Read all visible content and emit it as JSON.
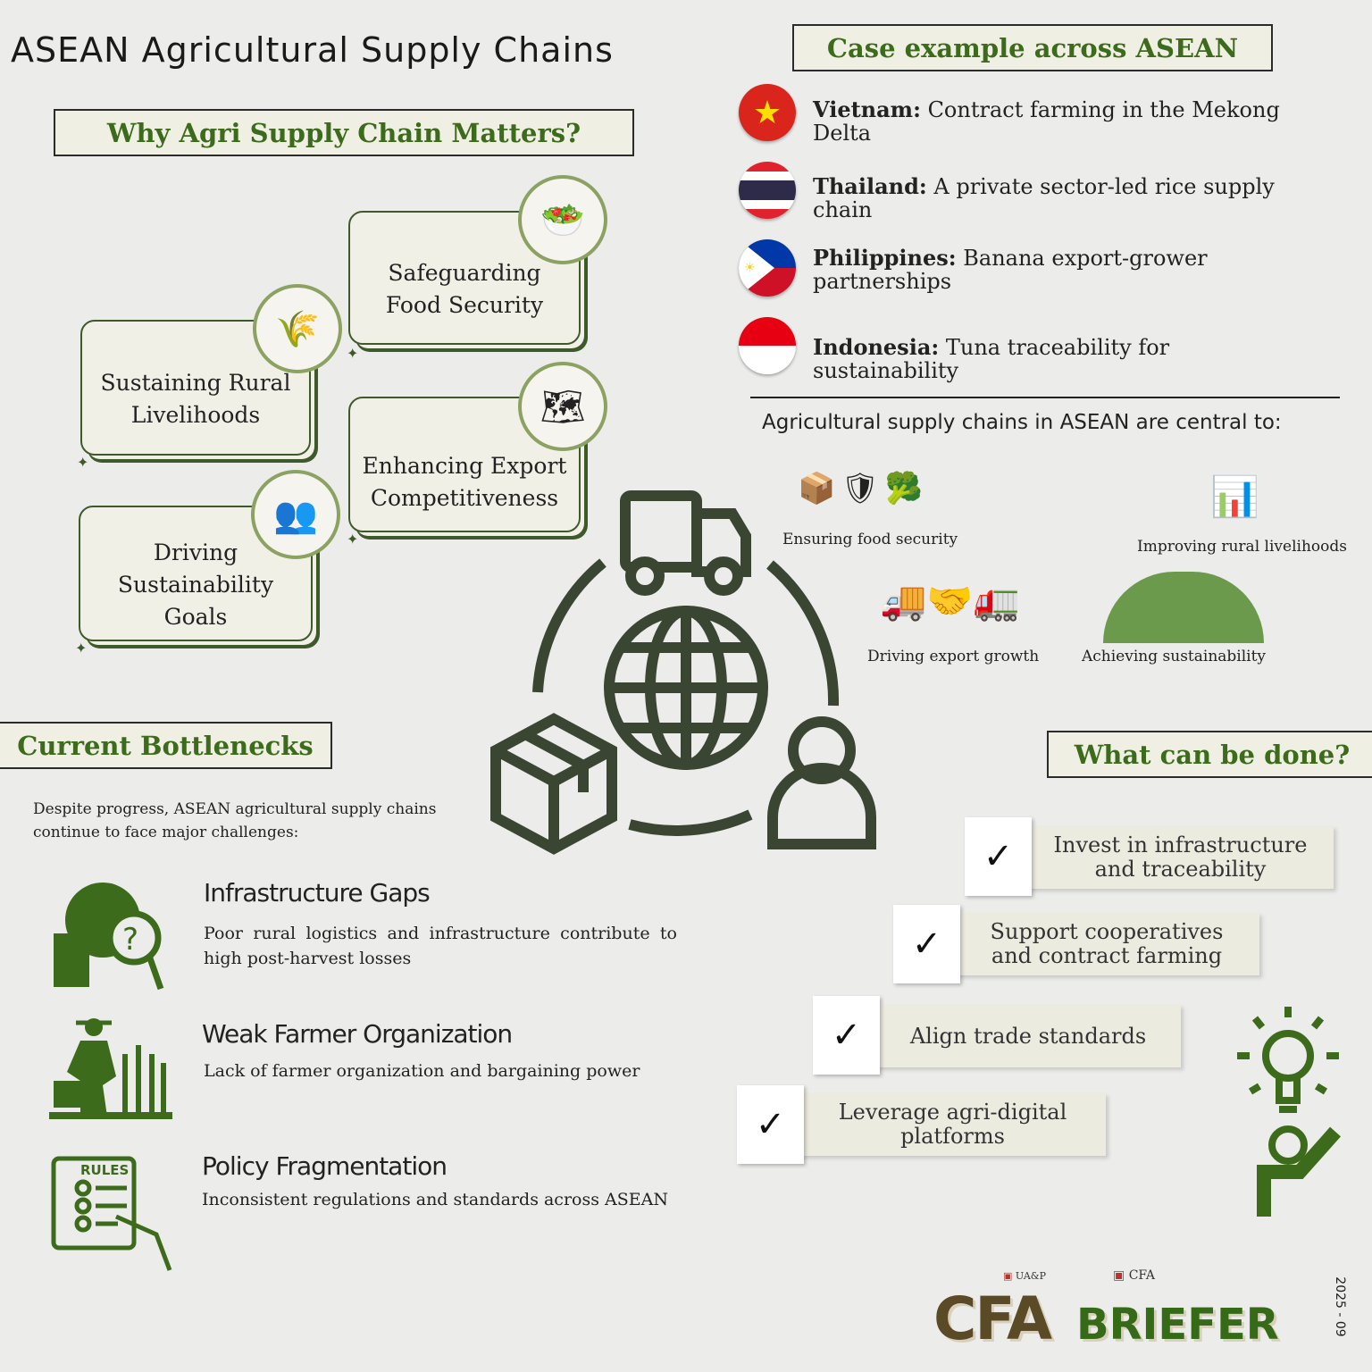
{
  "title": "ASEAN Agricultural Supply Chains",
  "why": {
    "heading": "Why Agri Supply Chain Matters?",
    "cards": [
      "Safeguarding Food Security",
      "Sustaining Rural Livelihoods",
      "Enhancing Export Competitiveness",
      "Driving Sustainability Goals"
    ]
  },
  "cases": {
    "heading": "Case example across ASEAN",
    "items": [
      {
        "country": "Vietnam:",
        "text": " Contract farming in the Mekong Delta",
        "flag": "vietnam-flag"
      },
      {
        "country": "Thailand:",
        "text": " A private sector-led rice supply chain",
        "flag": "thailand-flag"
      },
      {
        "country": "Philippines:",
        "text": " Banana export-grower partnerships",
        "flag": "philippines-flag"
      },
      {
        "country": "Indonesia:",
        "text": " Tuna traceability for sustainability",
        "flag": "indonesia-flag"
      }
    ]
  },
  "central": {
    "intro": "Agricultural supply chains in ASEAN are central to:",
    "items": [
      "Ensuring food security",
      "Improving rural livelihoods",
      "Driving export growth",
      "Achieving sustainability"
    ]
  },
  "bottlenecks": {
    "heading": "Current Bottlenecks",
    "intro": "Despite progress, ASEAN agricultural supply chains continue to face major challenges:",
    "items": [
      {
        "title": "Infrastructure Gaps",
        "text": "Poor rural logistics and infrastructure contribute to high post-harvest losses"
      },
      {
        "title": "Weak Farmer Organization",
        "text": "Lack of farmer organization and bargaining power"
      },
      {
        "title": "Policy Fragmentation",
        "text": "Inconsistent regulations and standards across ASEAN"
      }
    ],
    "rules_label": "RULES"
  },
  "actions": {
    "heading": "What can be done?",
    "items": [
      "Invest in infrastructure and traceability",
      "Support cooperatives and contract farming",
      "Align trade standards",
      "Leverage agri-digital platforms"
    ],
    "check": "✓"
  },
  "footer": {
    "brand1": "CFA",
    "brand2": "BRIEFER",
    "logo1": "UA&P",
    "logo2": "CFA",
    "issue": "2025 - 09"
  },
  "colors": {
    "green": "#3d6b1c",
    "dark": "#3a4632",
    "olive": "#5a4a26"
  }
}
